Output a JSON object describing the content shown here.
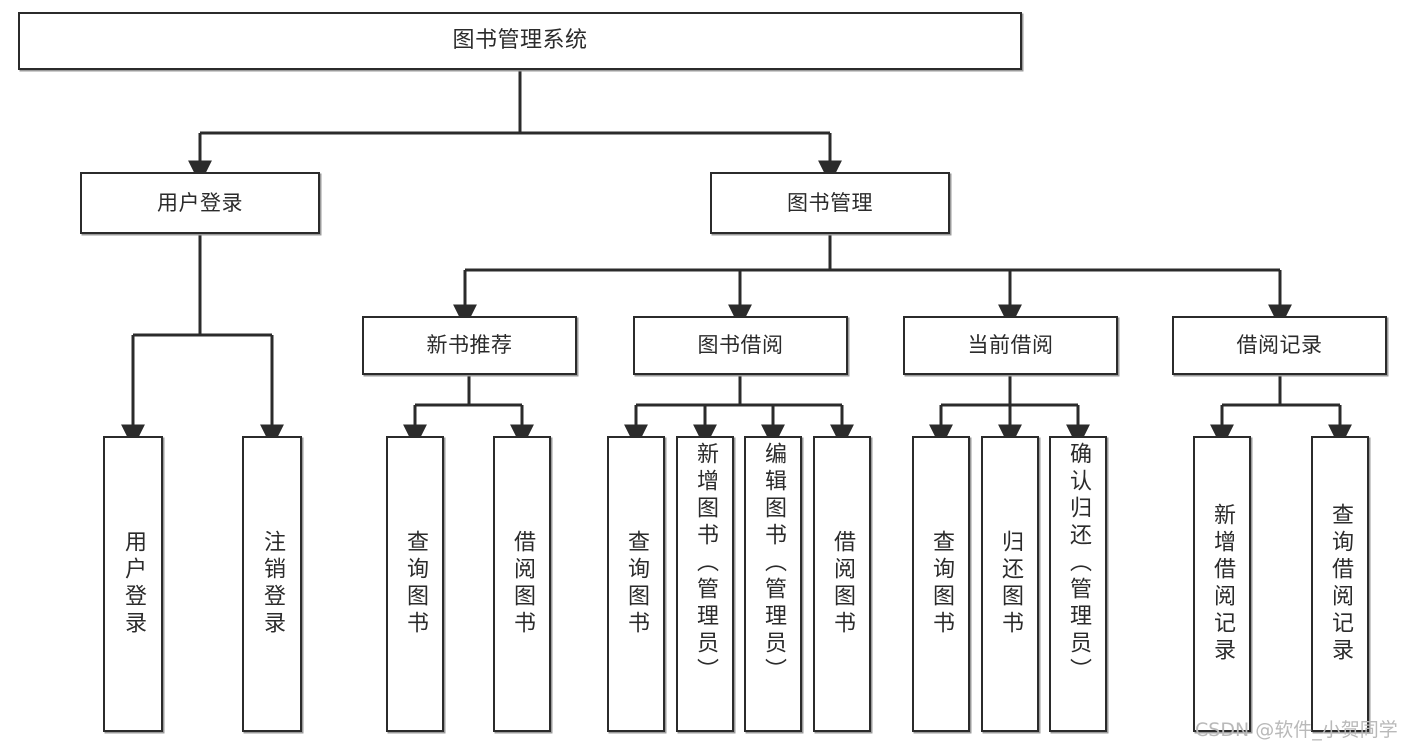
{
  "diagram": {
    "title": "图书管理系统",
    "type": "tree-hierarchy-diagram",
    "root": {
      "id": "root",
      "label": "图书管理系统"
    },
    "level2": [
      {
        "id": "user-login",
        "label": "用户登录"
      },
      {
        "id": "book-manage",
        "label": "图书管理"
      }
    ],
    "level3": [
      {
        "id": "new-book-rec",
        "label": "新书推荐"
      },
      {
        "id": "book-borrow",
        "label": "图书借阅"
      },
      {
        "id": "current-borrow",
        "label": "当前借阅"
      },
      {
        "id": "borrow-record",
        "label": "借阅记录"
      }
    ],
    "leaves": {
      "user_login": [
        {
          "id": "leaf-user-login",
          "label": "用户登录"
        },
        {
          "id": "leaf-logout",
          "label": "注销登录"
        }
      ],
      "new_book_rec": [
        {
          "id": "leaf-query-book-1",
          "label": "查询图书"
        },
        {
          "id": "leaf-borrow-book-1",
          "label": "借阅图书"
        }
      ],
      "book_borrow": [
        {
          "id": "leaf-query-book-2",
          "label": "查询图书"
        },
        {
          "id": "leaf-add-book",
          "label": "新增图书（管理员）"
        },
        {
          "id": "leaf-edit-book",
          "label": "编辑图书（管理员）"
        },
        {
          "id": "leaf-borrow-book-2",
          "label": "借阅图书"
        }
      ],
      "current_borrow": [
        {
          "id": "leaf-query-book-3",
          "label": "查询图书"
        },
        {
          "id": "leaf-return-book",
          "label": "归还图书"
        },
        {
          "id": "leaf-confirm-return",
          "label": "确认归还（管理员）"
        }
      ],
      "borrow_record": [
        {
          "id": "leaf-add-record",
          "label": "新增借阅记录"
        },
        {
          "id": "leaf-query-record",
          "label": "查询借阅记录"
        }
      ]
    }
  },
  "watermark": {
    "text": "CSDN @软件_小贺同学"
  },
  "colors": {
    "border": "#2b2b2b",
    "shadow": "#9b9b9b",
    "text": "#2b2b2b",
    "background": "#ffffff",
    "watermark": "#b9b9b9"
  }
}
